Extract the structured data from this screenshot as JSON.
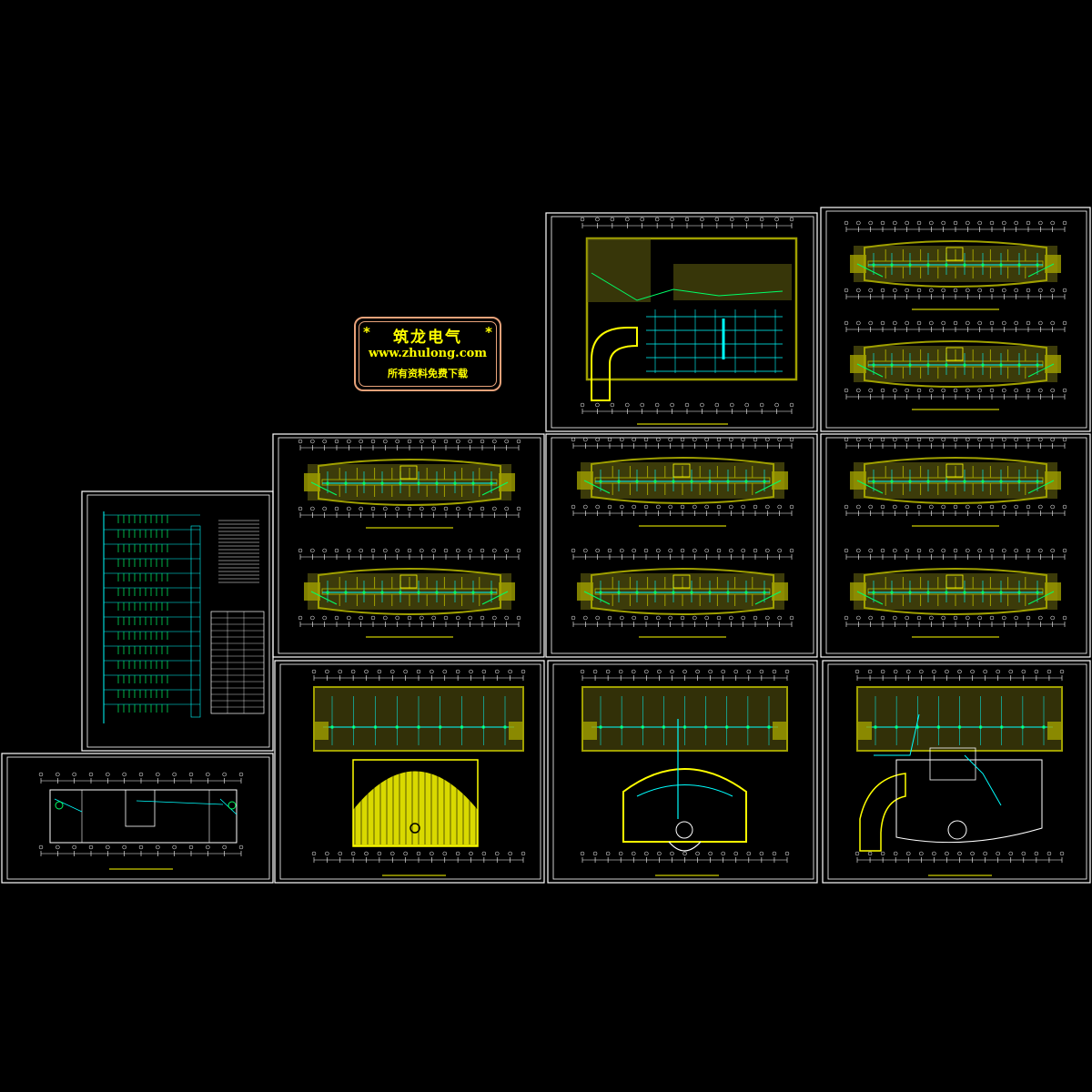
{
  "watermark": {
    "title": "筑龙电气",
    "url": "www.zhulong.com",
    "note": "所有资料免费下载",
    "star": "*"
  },
  "colors": {
    "background": "#000000",
    "frame": "#ffffff",
    "wall": "#a0a000",
    "wall_fill": "#6e6b12",
    "wiring": "#00ffff",
    "fixture": "#00ff66",
    "highlight": "#ffff00",
    "stamp_border": "#e8a27a"
  },
  "sheets": [
    {
      "id": "plan-top-left-large",
      "kind": "floor-plan-variant-a"
    },
    {
      "id": "plan-top-right-pair",
      "kind": "typical-floor-pair"
    },
    {
      "id": "plan-mid-left-pair",
      "kind": "typical-floor-pair"
    },
    {
      "id": "plan-mid-center-pair",
      "kind": "typical-floor-pair"
    },
    {
      "id": "plan-mid-right-pair",
      "kind": "typical-floor-pair"
    },
    {
      "id": "system-diagram",
      "kind": "riser-diagram"
    },
    {
      "id": "roof-plan",
      "kind": "roof-plan"
    },
    {
      "id": "plan-ground-left",
      "kind": "ground-floor-hall"
    },
    {
      "id": "plan-ground-center",
      "kind": "ground-floor-curved"
    },
    {
      "id": "plan-ground-right",
      "kind": "ground-floor-corner"
    }
  ]
}
